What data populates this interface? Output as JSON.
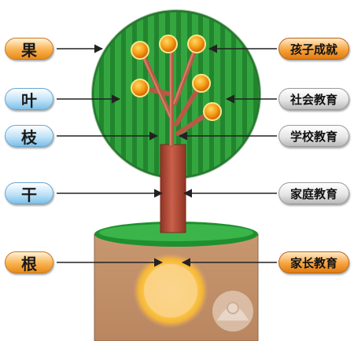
{
  "left_labels": [
    {
      "text": "果",
      "style": "orange"
    },
    {
      "text": "叶",
      "style": "blue"
    },
    {
      "text": "枝",
      "style": "blue"
    },
    {
      "text": "干",
      "style": "blue"
    },
    {
      "text": "根",
      "style": "orange"
    }
  ],
  "right_labels": [
    {
      "text": "孩子成就",
      "style": "rorange"
    },
    {
      "text": "社会教育",
      "style": "grey"
    },
    {
      "text": "学校教育",
      "style": "grey"
    },
    {
      "text": "家庭教育",
      "style": "grey"
    },
    {
      "text": "家长教育",
      "style": "rorange"
    }
  ],
  "colors": {
    "canopy_green": "#2f9a3a",
    "canopy_dark": "#1d6d27",
    "trunk": "#b84f3a",
    "fruit": "#f7a21b",
    "fruit_core": "#ef7b0c",
    "soil": "#c89a70",
    "grass": "#1f8f2f",
    "root_glow": "#ffd34d",
    "arrow": "#222222"
  }
}
